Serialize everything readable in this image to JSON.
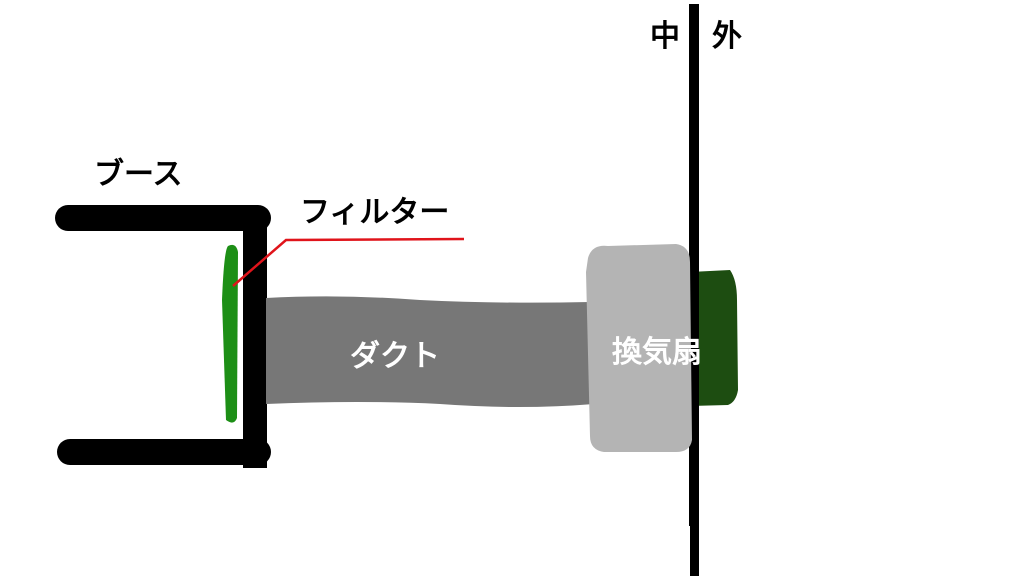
{
  "labels": {
    "booth": "ブース",
    "filter": "フィルター",
    "duct": "ダクト",
    "fan": "換気扇",
    "inside": "中",
    "outside": "外"
  },
  "colors": {
    "background": "#ffffff",
    "booth_frame": "#000000",
    "wall": "#000000",
    "filter": "#1d8f16",
    "filter_leader_line": "#e0141b",
    "duct": "#777777",
    "fan_body": "#b4b4b4",
    "fan_exterior_part": "#1d4d11"
  }
}
